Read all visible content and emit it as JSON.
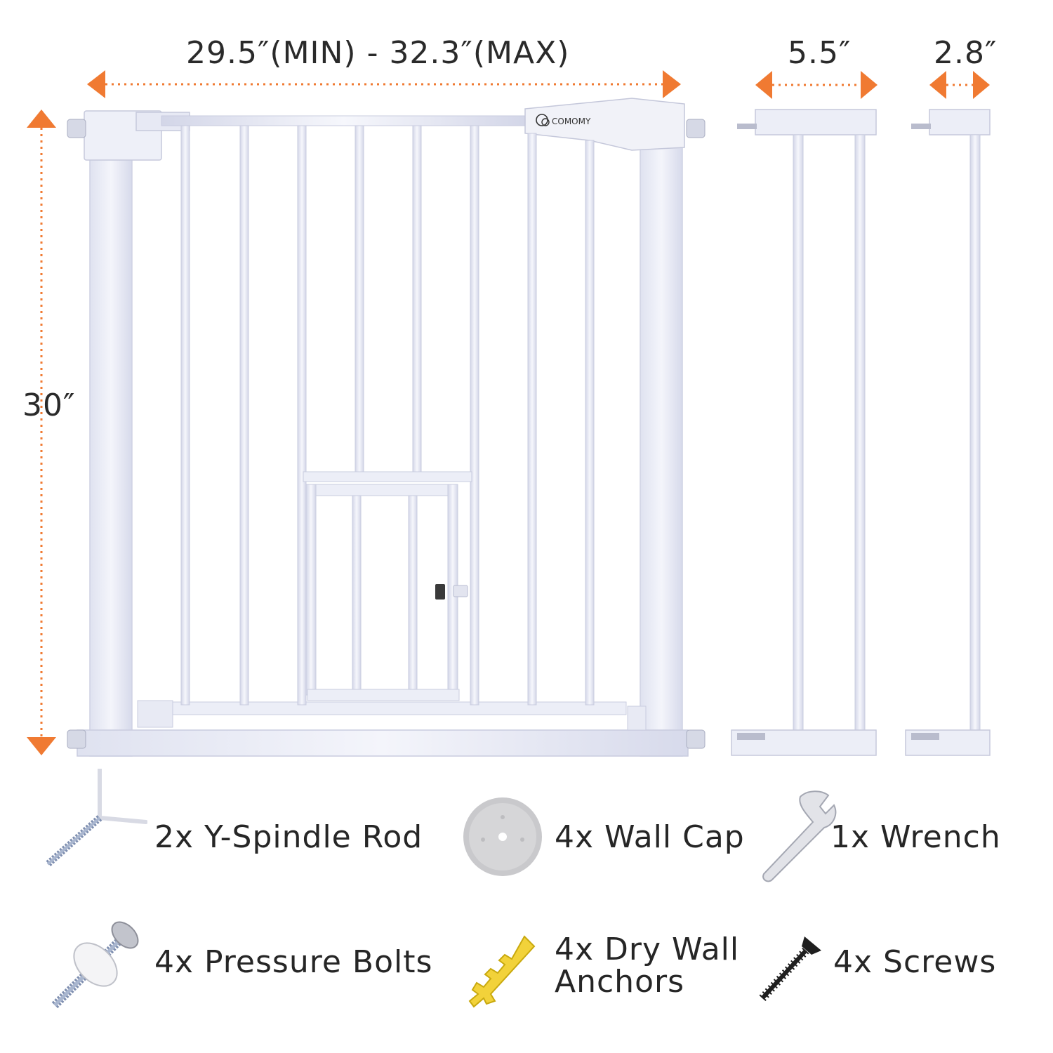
{
  "colors": {
    "accent": "#f07a32",
    "gate": "#eceef8",
    "gate_edge": "#c7cadd"
  },
  "dimensions": {
    "width_range": "29.5″(MIN) - 32.3″(MAX)",
    "extension_large": "5.5″",
    "extension_small": "2.8″",
    "height": "30″"
  },
  "brand": {
    "logo_text": "COMOMY"
  },
  "accessories": [
    {
      "icon": "y-spindle-rod-icon",
      "label": "2x Y-Spindle Rod"
    },
    {
      "icon": "wall-cap-icon",
      "label": "4x Wall Cap"
    },
    {
      "icon": "wrench-icon",
      "label": "1x Wrench"
    },
    {
      "icon": "pressure-bolt-icon",
      "label": "4x Pressure Bolts"
    },
    {
      "icon": "dry-wall-anchor-icon",
      "label": "4x Dry Wall\nAnchors"
    },
    {
      "icon": "screw-icon",
      "label": "4x Screws"
    }
  ]
}
